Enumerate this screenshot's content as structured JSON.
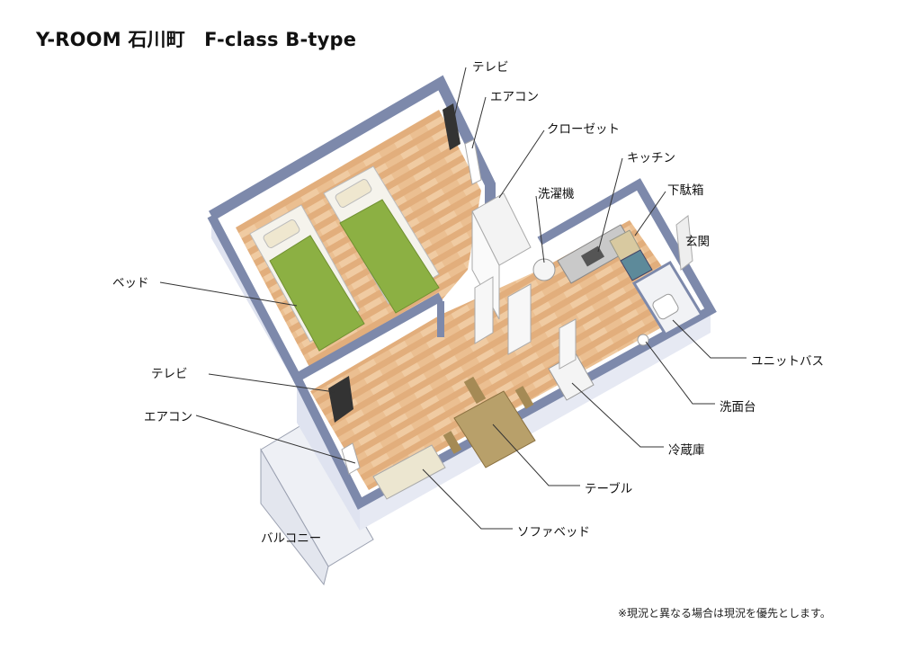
{
  "title": "Y-ROOM 石川町　F-class B-type",
  "note": "※現況と異なる場合は現況を優先とします。",
  "labels": {
    "tv_bedroom": "テレビ",
    "ac_bedroom": "エアコン",
    "closet": "クローゼット",
    "kitchen": "キッチン",
    "washer": "洗濯機",
    "shoe_box": "下駄箱",
    "entrance": "玄関",
    "unit_bath": "ユニットバス",
    "washbasin": "洗面台",
    "fridge": "冷蔵庫",
    "table": "テーブル",
    "sofa_bed": "ソファベッド",
    "balcony": "バルコニー",
    "bed": "ベッド",
    "tv_living": "テレビ",
    "ac_living": "エアコン"
  },
  "colors": {
    "wall": "#7d89ab",
    "wall_side": "#dfe3f0",
    "floor": "#e9bb8c",
    "bed": "#8cb043",
    "line": "#333333"
  }
}
